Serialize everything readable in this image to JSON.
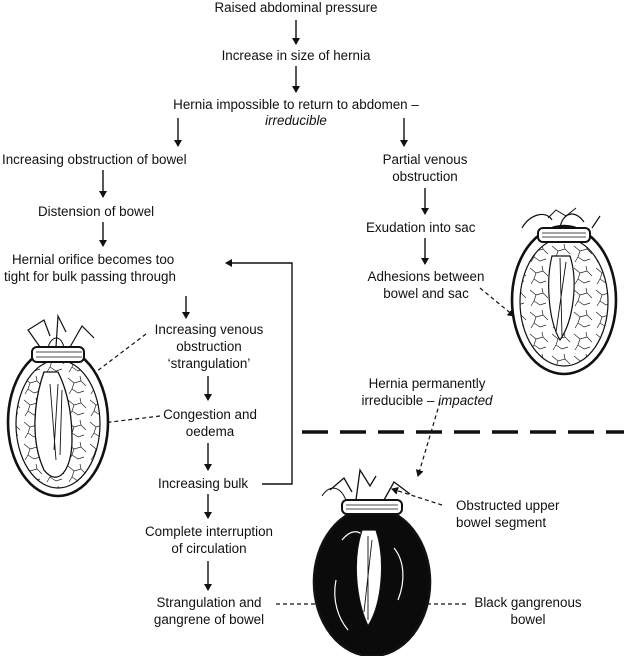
{
  "diagram": {
    "nodes": {
      "raised_pressure": "Raised abdominal pressure",
      "increase_size": "Increase in size of hernia",
      "irreducible_1": "Hernia impossible to return to abdomen –",
      "irreducible_2": "irreducible",
      "increasing_obstruction": "Increasing obstruction of bowel",
      "distension": "Distension of bowel",
      "orifice_1": "Hernial orifice becomes too",
      "orifice_2": "tight for bulk passing through",
      "venous_obs_1": "Increasing venous",
      "venous_obs_2": "obstruction",
      "venous_obs_3": "‘strangulation’",
      "congestion_1": "Congestion and",
      "congestion_2": "oedema",
      "increasing_bulk": "Increasing bulk",
      "complete_1": "Complete interruption",
      "complete_2": "of circulation",
      "strangulation_1": "Strangulation and",
      "strangulation_2": "gangrene of bowel",
      "partial_venous_1": "Partial venous",
      "partial_venous_2": "obstruction",
      "exudation": "Exudation into sac",
      "adhesions_1": "Adhesions between",
      "adhesions_2": "bowel and sac",
      "impacted_1": "Hernia permanently",
      "impacted_2a": "irreducible – ",
      "impacted_2b": "impacted",
      "obstructed_1": "Obstructed upper",
      "obstructed_2": "bowel segment",
      "black_1": "Black gangrenous",
      "black_2": "bowel"
    }
  }
}
